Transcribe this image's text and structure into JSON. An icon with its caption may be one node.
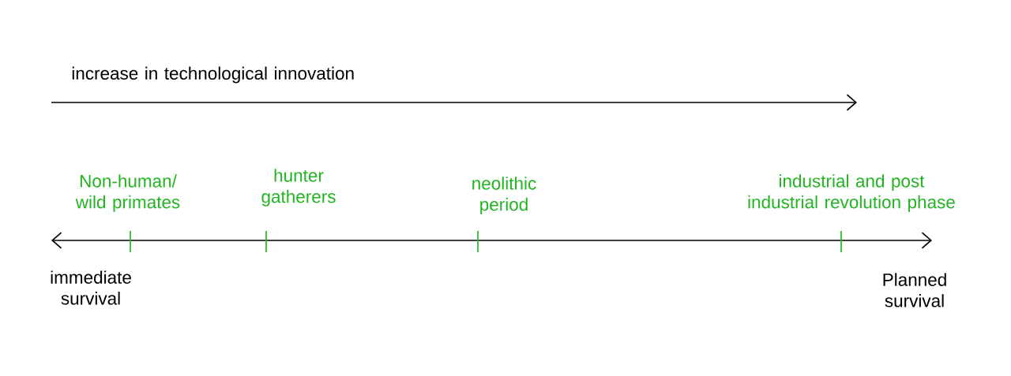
{
  "diagram": {
    "labels": [
      "increase in technological innovation",
      "Non-human/ wild primates",
      "hunter gatherers",
      "neolithic period",
      "industrial and post industrial revolution phase",
      "immediate survival",
      "Planned survival"
    ]
  }
}
